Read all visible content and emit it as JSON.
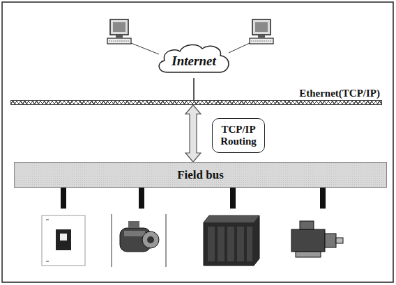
{
  "diagram": {
    "nodes": [
      {
        "text": [
          "Internet"
        ]
      },
      {
        "text": [
          "Ethernet(TCP/IP)"
        ]
      },
      {
        "text": [
          "TCP/IP Routing"
        ]
      },
      {
        "text": [
          "Field bus"
        ]
      }
    ],
    "edges": [
      {
        "from": 0,
        "to": 1,
        "arrow": "none"
      },
      {
        "from": 1,
        "to": 3,
        "arrow": "both"
      }
    ]
  }
}
